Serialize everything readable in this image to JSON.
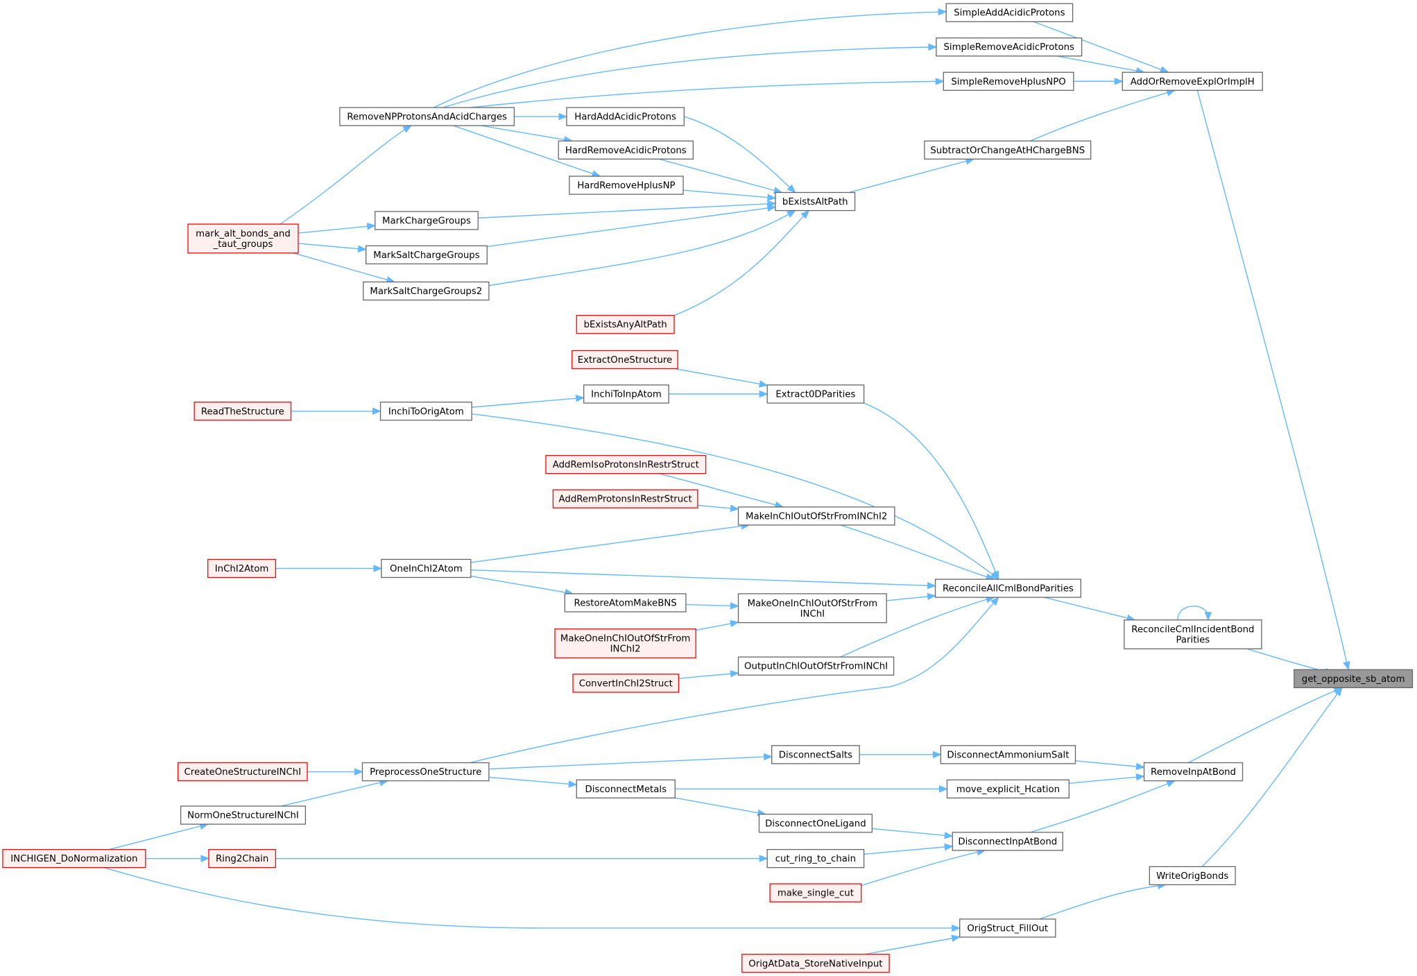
{
  "colors": {
    "edge": "#63b8ff",
    "node_border": "#666666",
    "truncated_border": "#ff0000",
    "truncated_fill": "#fff0f0",
    "focus_fill": "#999999"
  },
  "nodes": {
    "SimpleAddAcidicProtons": {
      "lines": [
        "SimpleAddAcidicProtons"
      ],
      "style": "normal"
    },
    "SimpleRemoveAcidicProtons": {
      "lines": [
        "SimpleRemoveAcidicProtons"
      ],
      "style": "normal"
    },
    "SimpleRemoveHplusNPO": {
      "lines": [
        "SimpleRemoveHplusNPO"
      ],
      "style": "normal"
    },
    "AddOrRemoveExplOrImplH": {
      "lines": [
        "AddOrRemoveExplOrImplH"
      ],
      "style": "normal"
    },
    "RemoveNPProtonsAndAcidCharges": {
      "lines": [
        "RemoveNPProtonsAndAcidCharges"
      ],
      "style": "normal"
    },
    "HardAddAcidicProtons": {
      "lines": [
        "HardAddAcidicProtons"
      ],
      "style": "normal"
    },
    "HardRemoveAcidicProtons": {
      "lines": [
        "HardRemoveAcidicProtons"
      ],
      "style": "normal"
    },
    "SubtractOrChangeAtHChargeBNS": {
      "lines": [
        "SubtractOrChangeAtHChargeBNS"
      ],
      "style": "normal"
    },
    "HardRemoveHplusNP": {
      "lines": [
        "HardRemoveHplusNP"
      ],
      "style": "normal"
    },
    "bExistsAltPath": {
      "lines": [
        "bExistsAltPath"
      ],
      "style": "normal"
    },
    "MarkChargeGroups": {
      "lines": [
        "MarkChargeGroups"
      ],
      "style": "normal"
    },
    "mark_alt_bonds_and_taut_groups": {
      "lines": [
        "mark_alt_bonds_and",
        "_taut_groups"
      ],
      "style": "truncated"
    },
    "MarkSaltChargeGroups": {
      "lines": [
        "MarkSaltChargeGroups"
      ],
      "style": "normal"
    },
    "MarkSaltChargeGroups2": {
      "lines": [
        "MarkSaltChargeGroups2"
      ],
      "style": "normal"
    },
    "bExistsAnyAltPath": {
      "lines": [
        "bExistsAnyAltPath"
      ],
      "style": "truncated"
    },
    "ExtractOneStructure": {
      "lines": [
        "ExtractOneStructure"
      ],
      "style": "truncated"
    },
    "InchiToInpAtom": {
      "lines": [
        "InchiToInpAtom"
      ],
      "style": "normal"
    },
    "Extract0DParities": {
      "lines": [
        "Extract0DParities"
      ],
      "style": "normal"
    },
    "ReadTheStructure": {
      "lines": [
        "ReadTheStructure"
      ],
      "style": "truncated"
    },
    "InchiToOrigAtom": {
      "lines": [
        "InchiToOrigAtom"
      ],
      "style": "normal"
    },
    "AddRemIsoProtonsInRestrStruct": {
      "lines": [
        "AddRemIsoProtonsInRestrStruct"
      ],
      "style": "truncated"
    },
    "AddRemProtonsInRestrStruct": {
      "lines": [
        "AddRemProtonsInRestrStruct"
      ],
      "style": "truncated"
    },
    "MakeInChIOutOfStrFromINChI2": {
      "lines": [
        "MakeInChIOutOfStrFromINChI2"
      ],
      "style": "normal"
    },
    "InChI2Atom": {
      "lines": [
        "InChI2Atom"
      ],
      "style": "truncated"
    },
    "OneInChI2Atom": {
      "lines": [
        "OneInChI2Atom"
      ],
      "style": "normal"
    },
    "ReconcileAllCmlBondParities": {
      "lines": [
        "ReconcileAllCmlBondParities"
      ],
      "style": "normal"
    },
    "RestoreAtomMakeBNS": {
      "lines": [
        "RestoreAtomMakeBNS"
      ],
      "style": "normal"
    },
    "MakeOneInChIOutOfStrFromINChI": {
      "lines": [
        "MakeOneInChIOutOfStrFrom",
        "INChI"
      ],
      "style": "normal"
    },
    "ReconcileCmlIncidentBondParities": {
      "lines": [
        "ReconcileCmlIncidentBond",
        "Parities"
      ],
      "style": "normal"
    },
    "MakeOneInChIOutOfStrFromINChI2": {
      "lines": [
        "MakeOneInChIOutOfStrFrom",
        "INChI2"
      ],
      "style": "truncated"
    },
    "OutputInChIOutOfStrFromINChI": {
      "lines": [
        "OutputInChIOutOfStrFromINChI"
      ],
      "style": "normal"
    },
    "ConvertInChI2Struct": {
      "lines": [
        "ConvertInChI2Struct"
      ],
      "style": "truncated"
    },
    "get_opposite_sb_atom": {
      "lines": [
        "get_opposite_sb_atom"
      ],
      "style": "focus"
    },
    "DisconnectSalts": {
      "lines": [
        "DisconnectSalts"
      ],
      "style": "normal"
    },
    "DisconnectAmmoniumSalt": {
      "lines": [
        "DisconnectAmmoniumSalt"
      ],
      "style": "normal"
    },
    "CreateOneStructureINChI": {
      "lines": [
        "CreateOneStructureINChI"
      ],
      "style": "truncated"
    },
    "PreprocessOneStructure": {
      "lines": [
        "PreprocessOneStructure"
      ],
      "style": "normal"
    },
    "RemoveInpAtBond": {
      "lines": [
        "RemoveInpAtBond"
      ],
      "style": "normal"
    },
    "DisconnectMetals": {
      "lines": [
        "DisconnectMetals"
      ],
      "style": "normal"
    },
    "move_explicit_Hcation": {
      "lines": [
        "move_explicit_Hcation"
      ],
      "style": "normal"
    },
    "NormOneStructureINChI": {
      "lines": [
        "NormOneStructureINChI"
      ],
      "style": "normal"
    },
    "DisconnectOneLigand": {
      "lines": [
        "DisconnectOneLigand"
      ],
      "style": "normal"
    },
    "DisconnectInpAtBond": {
      "lines": [
        "DisconnectInpAtBond"
      ],
      "style": "normal"
    },
    "INCHIGEN_DoNormalization": {
      "lines": [
        "INCHIGEN_DoNormalization"
      ],
      "style": "truncated"
    },
    "Ring2Chain": {
      "lines": [
        "Ring2Chain"
      ],
      "style": "truncated"
    },
    "cut_ring_to_chain": {
      "lines": [
        "cut_ring_to_chain"
      ],
      "style": "normal"
    },
    "WriteOrigBonds": {
      "lines": [
        "WriteOrigBonds"
      ],
      "style": "normal"
    },
    "make_single_cut": {
      "lines": [
        "make_single_cut"
      ],
      "style": "truncated"
    },
    "OrigStruct_FillOut": {
      "lines": [
        "OrigStruct_FillOut"
      ],
      "style": "normal"
    },
    "OrigAtData_StoreNativeInput": {
      "lines": [
        "OrigAtData_StoreNativeInput"
      ],
      "style": "truncated"
    }
  },
  "edges": [
    [
      "SimpleAddAcidicProtons",
      "AddOrRemoveExplOrImplH"
    ],
    [
      "SimpleRemoveAcidicProtons",
      "AddOrRemoveExplOrImplH"
    ],
    [
      "SimpleRemoveHplusNPO",
      "AddOrRemoveExplOrImplH"
    ],
    [
      "SubtractOrChangeAtHChargeBNS",
      "AddOrRemoveExplOrImplH"
    ],
    [
      "AddOrRemoveExplOrImplH",
      "get_opposite_sb_atom"
    ],
    [
      "RemoveNPProtonsAndAcidCharges",
      "SimpleAddAcidicProtons"
    ],
    [
      "RemoveNPProtonsAndAcidCharges",
      "SimpleRemoveAcidicProtons"
    ],
    [
      "RemoveNPProtonsAndAcidCharges",
      "SimpleRemoveHplusNPO"
    ],
    [
      "RemoveNPProtonsAndAcidCharges",
      "HardAddAcidicProtons"
    ],
    [
      "RemoveNPProtonsAndAcidCharges",
      "HardRemoveAcidicProtons"
    ],
    [
      "RemoveNPProtonsAndAcidCharges",
      "HardRemoveHplusNP"
    ],
    [
      "HardAddAcidicProtons",
      "bExistsAltPath"
    ],
    [
      "HardRemoveAcidicProtons",
      "bExistsAltPath"
    ],
    [
      "HardRemoveHplusNP",
      "bExistsAltPath"
    ],
    [
      "bExistsAltPath",
      "SubtractOrChangeAtHChargeBNS"
    ],
    [
      "MarkChargeGroups",
      "bExistsAltPath"
    ],
    [
      "MarkSaltChargeGroups",
      "bExistsAltPath"
    ],
    [
      "MarkSaltChargeGroups2",
      "bExistsAltPath"
    ],
    [
      "bExistsAnyAltPath",
      "bExistsAltPath"
    ],
    [
      "mark_alt_bonds_and_taut_groups",
      "RemoveNPProtonsAndAcidCharges"
    ],
    [
      "mark_alt_bonds_and_taut_groups",
      "MarkChargeGroups"
    ],
    [
      "mark_alt_bonds_and_taut_groups",
      "MarkSaltChargeGroups"
    ],
    [
      "mark_alt_bonds_and_taut_groups",
      "MarkSaltChargeGroups2"
    ],
    [
      "ExtractOneStructure",
      "Extract0DParities"
    ],
    [
      "InchiToInpAtom",
      "Extract0DParities"
    ],
    [
      "InchiToOrigAtom",
      "InchiToInpAtom"
    ],
    [
      "ReadTheStructure",
      "InchiToOrigAtom"
    ],
    [
      "Extract0DParities",
      "ReconcileAllCmlBondParities"
    ],
    [
      "InchiToOrigAtom",
      "ReconcileAllCmlBondParities"
    ],
    [
      "AddRemIsoProtonsInRestrStruct",
      "MakeInChIOutOfStrFromINChI2"
    ],
    [
      "AddRemProtonsInRestrStruct",
      "MakeInChIOutOfStrFromINChI2"
    ],
    [
      "OneInChI2Atom",
      "MakeInChIOutOfStrFromINChI2"
    ],
    [
      "MakeInChIOutOfStrFromINChI2",
      "ReconcileAllCmlBondParities"
    ],
    [
      "InChI2Atom",
      "OneInChI2Atom"
    ],
    [
      "OneInChI2Atom",
      "ReconcileAllCmlBondParities"
    ],
    [
      "OneInChI2Atom",
      "RestoreAtomMakeBNS"
    ],
    [
      "RestoreAtomMakeBNS",
      "MakeOneInChIOutOfStrFromINChI"
    ],
    [
      "MakeOneInChIOutOfStrFromINChI2",
      "MakeOneInChIOutOfStrFromINChI"
    ],
    [
      "MakeOneInChIOutOfStrFromINChI",
      "ReconcileAllCmlBondParities"
    ],
    [
      "ConvertInChI2Struct",
      "OutputInChIOutOfStrFromINChI"
    ],
    [
      "OutputInChIOutOfStrFromINChI",
      "ReconcileAllCmlBondParities"
    ],
    [
      "PreprocessOneStructure",
      "ReconcileAllCmlBondParities"
    ],
    [
      "ReconcileAllCmlBondParities",
      "ReconcileCmlIncidentBondParities"
    ],
    [
      "ReconcileCmlIncidentBondParities",
      "ReconcileCmlIncidentBondParities"
    ],
    [
      "ReconcileCmlIncidentBondParities",
      "get_opposite_sb_atom"
    ],
    [
      "PreprocessOneStructure",
      "DisconnectSalts"
    ],
    [
      "DisconnectSalts",
      "DisconnectAmmoniumSalt"
    ],
    [
      "DisconnectAmmoniumSalt",
      "RemoveInpAtBond"
    ],
    [
      "CreateOneStructureINChI",
      "PreprocessOneStructure"
    ],
    [
      "NormOneStructureINChI",
      "PreprocessOneStructure"
    ],
    [
      "PreprocessOneStructure",
      "DisconnectMetals"
    ],
    [
      "DisconnectMetals",
      "move_explicit_Hcation"
    ],
    [
      "move_explicit_Hcation",
      "RemoveInpAtBond"
    ],
    [
      "RemoveInpAtBond",
      "get_opposite_sb_atom"
    ],
    [
      "DisconnectMetals",
      "DisconnectOneLigand"
    ],
    [
      "DisconnectOneLigand",
      "DisconnectInpAtBond"
    ],
    [
      "DisconnectInpAtBond",
      "RemoveInpAtBond"
    ],
    [
      "INCHIGEN_DoNormalization",
      "NormOneStructureINChI"
    ],
    [
      "INCHIGEN_DoNormalization",
      "Ring2Chain"
    ],
    [
      "Ring2Chain",
      "cut_ring_to_chain"
    ],
    [
      "cut_ring_to_chain",
      "DisconnectInpAtBond"
    ],
    [
      "make_single_cut",
      "DisconnectInpAtBond"
    ],
    [
      "INCHIGEN_DoNormalization",
      "OrigStruct_FillOut"
    ],
    [
      "OrigAtData_StoreNativeInput",
      "OrigStruct_FillOut"
    ],
    [
      "OrigStruct_FillOut",
      "WriteOrigBonds"
    ],
    [
      "WriteOrigBonds",
      "get_opposite_sb_atom"
    ]
  ]
}
